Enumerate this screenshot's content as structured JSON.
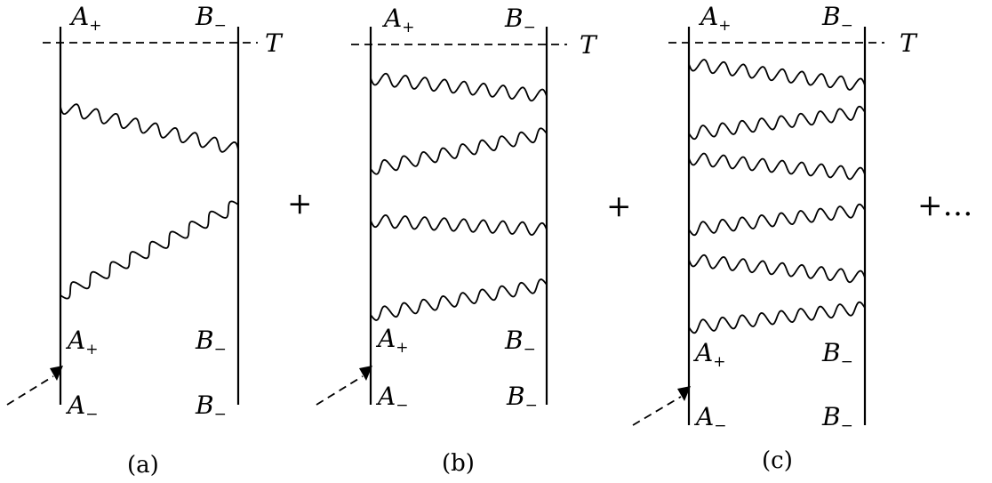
{
  "panels": [
    {
      "id": "a",
      "caption": "(a)",
      "top_left": "A",
      "top_left_sub": "+",
      "top_right": "B",
      "top_right_sub": "−",
      "time_label": "T",
      "mid_left": "A",
      "mid_left_sub": "+",
      "mid_right": "B",
      "mid_right_sub": "−",
      "bottom_left": "A",
      "bottom_left_sub": "−",
      "bottom_right": "B",
      "bottom_right_sub": "−"
    },
    {
      "id": "b",
      "caption": "(b)",
      "top_left": "A",
      "top_left_sub": "+",
      "top_right": "B",
      "top_right_sub": "−",
      "time_label": "T",
      "mid_left": "A",
      "mid_left_sub": "+",
      "mid_right": "B",
      "mid_right_sub": "−",
      "bottom_left": "A",
      "bottom_left_sub": "−",
      "bottom_right": "B",
      "bottom_right_sub": "−"
    },
    {
      "id": "c",
      "caption": "(c)",
      "top_left": "A",
      "top_left_sub": "+",
      "top_right": "B",
      "top_right_sub": "−",
      "time_label": "T",
      "mid_left": "A",
      "mid_left_sub": "+",
      "mid_right": "B",
      "mid_right_sub": "−",
      "bottom_left": "A",
      "bottom_left_sub": "−",
      "bottom_right": "B",
      "bottom_right_sub": "−"
    }
  ],
  "plus_1": "+",
  "plus_2": "+",
  "plus_trailing": "+…"
}
